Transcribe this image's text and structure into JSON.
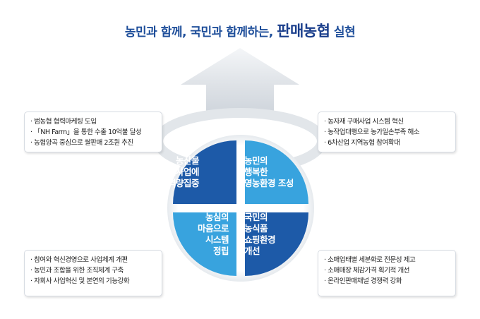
{
  "title": {
    "prefix": "농민과 함께, 국민과 함께하는,",
    "highlight": "판매농협",
    "suffix": "실현"
  },
  "colors": {
    "dark_blue": "#1d5aa8",
    "light_blue": "#38a3de",
    "arrow_gray": "#dde1e6",
    "title_blue": "#1e4e9a"
  },
  "quadrants": {
    "top_left": [
      "농산물",
      "판매사업에",
      "역량집중"
    ],
    "top_right": [
      "농민의",
      "행복한",
      "영농환경 조성"
    ],
    "bottom_left": [
      "농심의",
      "마음으로",
      "시스템",
      "정립"
    ],
    "bottom_right": [
      "국민의",
      "농식품",
      "쇼핑환경",
      "개선"
    ]
  },
  "boxes": {
    "top_left": [
      "범농협 협력마케팅 도입",
      "「NH Farm」을 통한 수출 10억불 달성",
      "농협양곡 중심으로 쌀판매 2조원 추진"
    ],
    "top_right": [
      "농자재 구매사업 시스템 혁신",
      "농작업대행으로 농가일손부족 해소",
      "6차산업 지역농협 참여확대"
    ],
    "bottom_left": [
      "참여와 혁신경영으로 사업체계 개편",
      "농민과 조합을 위한 조직체계 구축",
      "자회사 사업혁신 및 본연의 기능강화"
    ],
    "bottom_right": [
      "소매업태별 세분화로 전문성 제고",
      "소매매장 체감가격 획기적 개선",
      "온라인판매채널 경쟁력 강화"
    ]
  }
}
